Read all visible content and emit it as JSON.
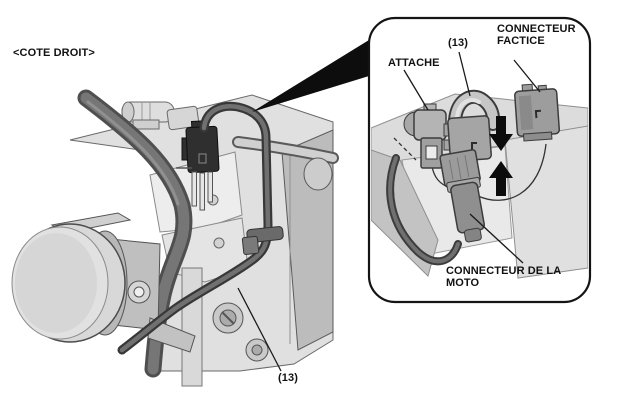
{
  "labels": {
    "side": "<COTE DROIT>",
    "main_part_ref": "(13)"
  },
  "callout": {
    "part_ref": "(13)",
    "attache": "ATTACHE",
    "connecteur_factice": "CONNECTEUR\nFACTICE",
    "connecteur_de_la_moto": "CONNECTEUR DE LA\nMOTO",
    "icons": {
      "callout_wedge": "black pointer wedge from main view to detail box",
      "down_arrow": "▼",
      "up_arrow": "▲"
    }
  },
  "palette": {
    "background": "#ffffff",
    "text": "#111111",
    "line": "#1a1a1a",
    "part_light": "#e2e2e2",
    "part_mid": "#c6c6c6",
    "part_dark": "#9d9d9d",
    "stay_band": "#6e6e6e",
    "cable": "#3d3d3d",
    "black_connector": "#2f2f2f",
    "arrow": "#0c0c0c"
  }
}
